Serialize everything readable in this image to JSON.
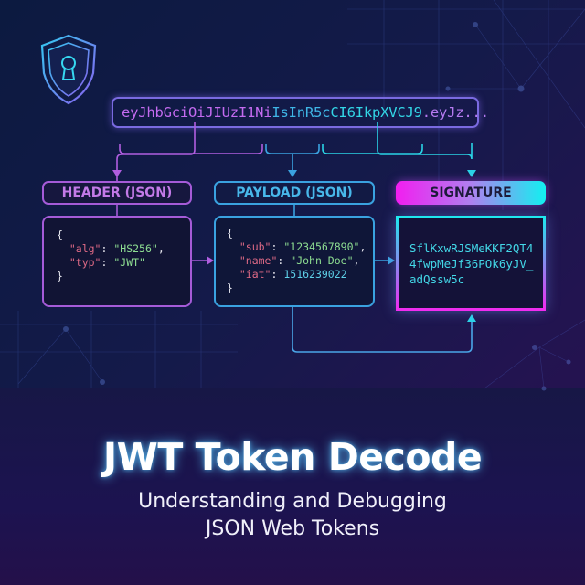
{
  "token": {
    "header_part": "eyJhbGciOiJIUzI1Ni",
    "payload_part": "IsInR5c",
    "signature_part": "CI6IkpXVCJ9",
    "rest": ".eyJz..."
  },
  "sections": {
    "header": {
      "label": "HEADER (JSON)",
      "lines": [
        {
          "open": "{"
        },
        {
          "key": "\"alg\"",
          "sep": ": ",
          "value": "\"HS256\"",
          "tail": ","
        },
        {
          "key": "\"typ\"",
          "sep": ": ",
          "value": "\"JWT\"",
          "tail": ""
        },
        {
          "close": "}"
        }
      ]
    },
    "payload": {
      "label": "PAYLOAD (JSON)",
      "lines": [
        {
          "open": "{"
        },
        {
          "key": "\"sub\"",
          "sep": ": ",
          "value": "\"1234567890\"",
          "tail": ","
        },
        {
          "key": "\"name\"",
          "sep": ": ",
          "value": "\"John Doe\"",
          "tail": ","
        },
        {
          "key": "\"iat\"",
          "sep": ": ",
          "value": "1516239022",
          "tail": ""
        },
        {
          "close": "}"
        }
      ]
    },
    "signature": {
      "label": "SIGNATURE",
      "lines": [
        "SflKxwRJSMeKKF2QT4",
        "4fwpMeJf36POk6yJV_",
        "adQssw5c"
      ]
    }
  },
  "title": "JWT Token Decode",
  "subtitle_line1": "Understanding and Debugging",
  "subtitle_line2": "JSON Web Tokens",
  "icons": {
    "shield": "shield-keyhole-icon"
  },
  "colors": {
    "header": "#a55bd8",
    "payload": "#3aa2e0",
    "signature_start": "#f21df0",
    "signature_end": "#12f0f0",
    "json_key": "#e06a86",
    "json_string": "#8ede92",
    "json_number": "#5ed0e8"
  }
}
